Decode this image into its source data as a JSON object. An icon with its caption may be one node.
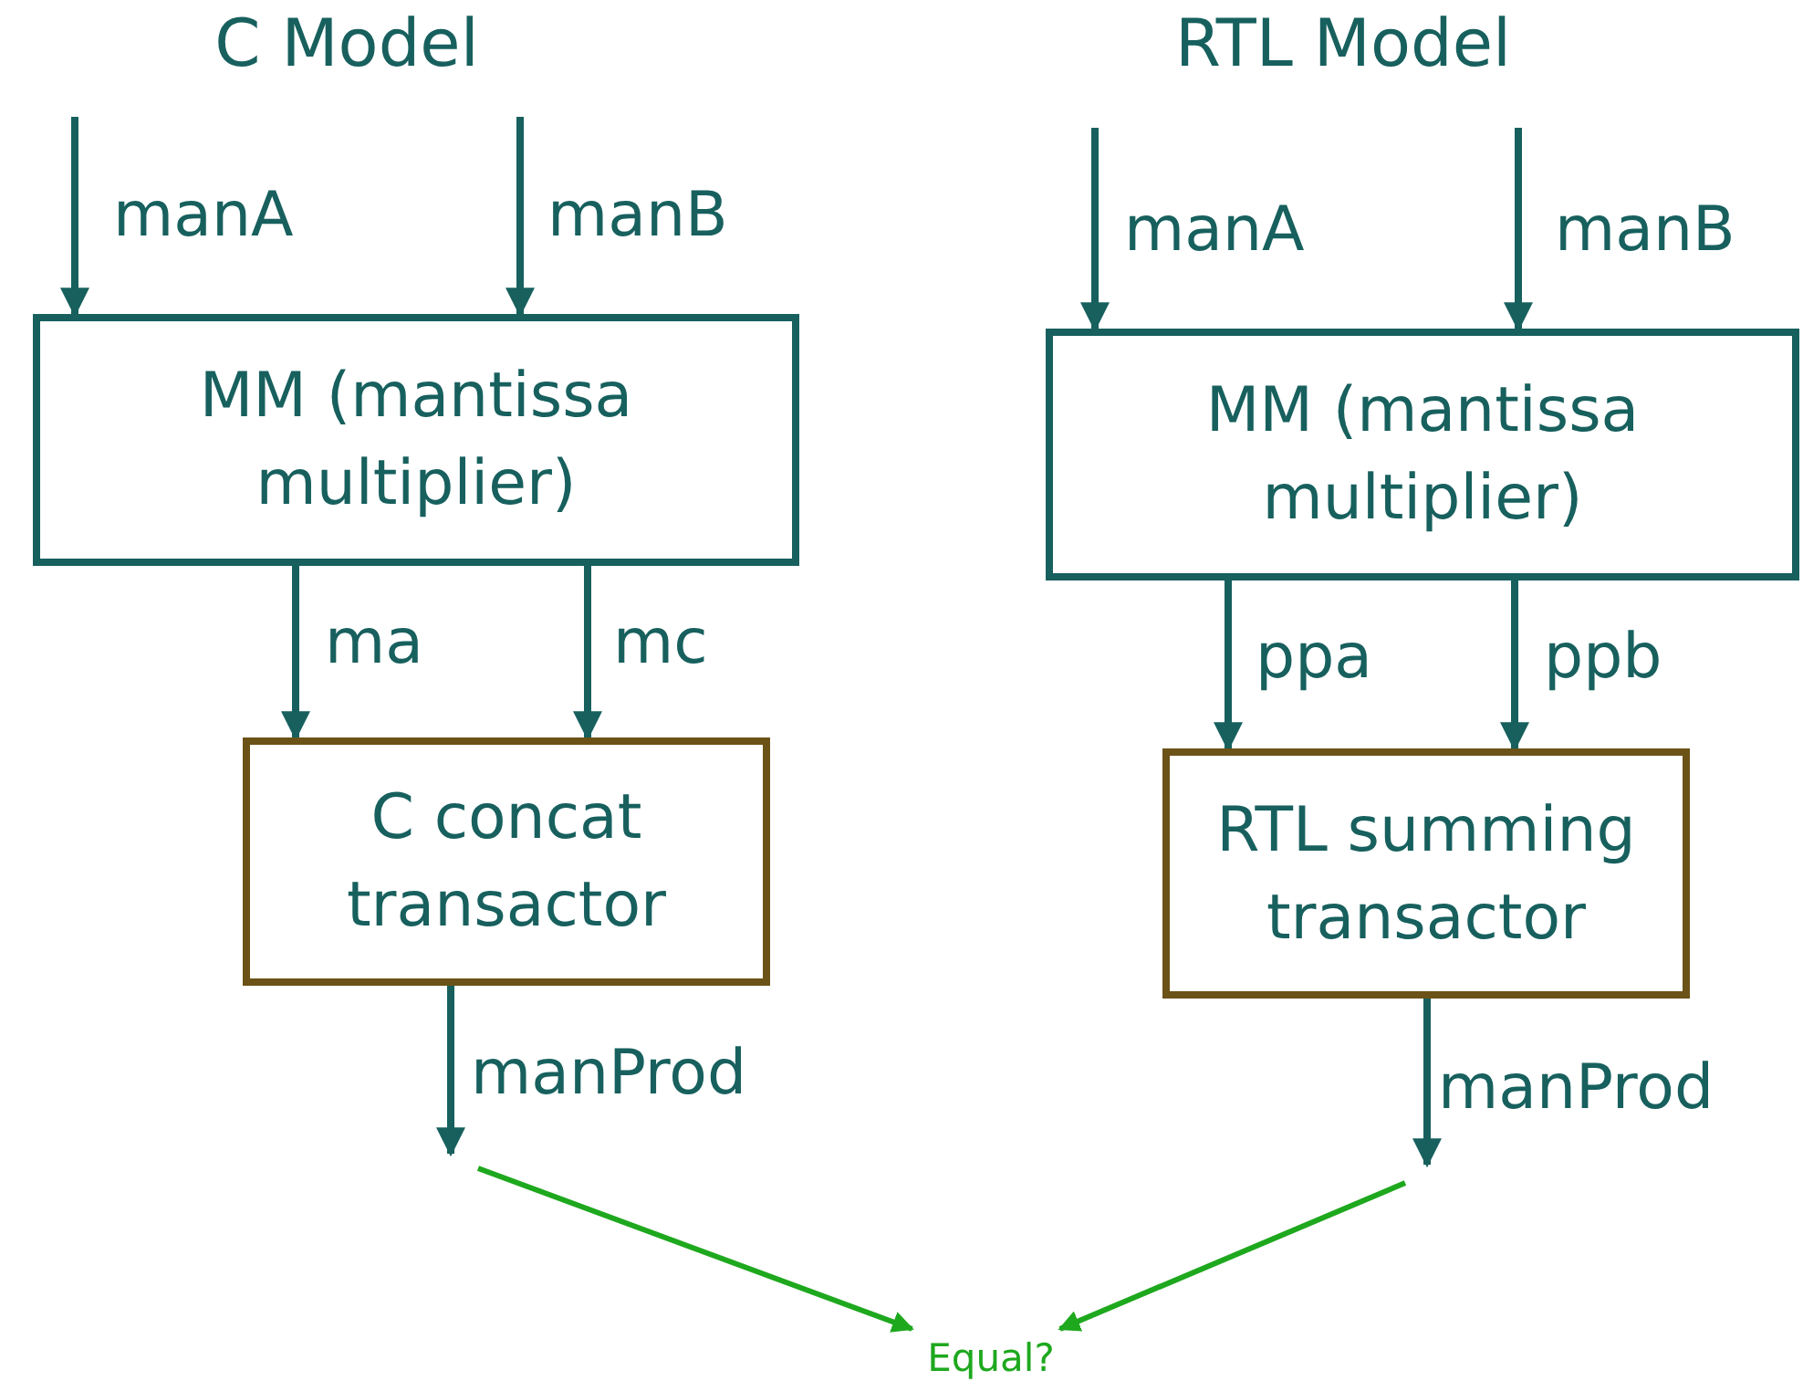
{
  "diagram": {
    "nodes": [
      {
        "text": [
          "MM (mantissa multiplier)"
        ]
      },
      {
        "text": [
          "C concat transactor"
        ]
      },
      {
        "text": [
          "MM (mantissa multiplier)"
        ]
      },
      {
        "text": [
          "RTL summing transactor"
        ]
      },
      {
        "text": [
          "Equal?"
        ]
      }
    ],
    "edges": [
      {
        "from": null,
        "to": 0,
        "arrow": "to",
        "label": "manA"
      },
      {
        "from": null,
        "to": 0,
        "arrow": "to",
        "label": "manB"
      },
      {
        "from": 0,
        "to": 1,
        "arrow": "to",
        "label": "ma"
      },
      {
        "from": 0,
        "to": 1,
        "arrow": "to",
        "label": "mc"
      },
      {
        "from": 1,
        "to": null,
        "arrow": "to",
        "label": "manProd"
      },
      {
        "from": null,
        "to": 4,
        "arrow": "to",
        "color": "#1ea81e"
      },
      {
        "from": null,
        "to": 2,
        "arrow": "to",
        "label": "manA"
      },
      {
        "from": null,
        "to": 2,
        "arrow": "to",
        "label": "manB"
      },
      {
        "from": 2,
        "to": 3,
        "arrow": "to",
        "label": "ppa"
      },
      {
        "from": 2,
        "to": 3,
        "arrow": "to",
        "label": "ppb"
      },
      {
        "from": 3,
        "to": null,
        "arrow": "to",
        "label": "manProd"
      },
      {
        "from": null,
        "to": 4,
        "arrow": "to",
        "color": "#1ea81e"
      }
    ],
    "labels": [
      "C Model",
      "RTL Model"
    ]
  }
}
